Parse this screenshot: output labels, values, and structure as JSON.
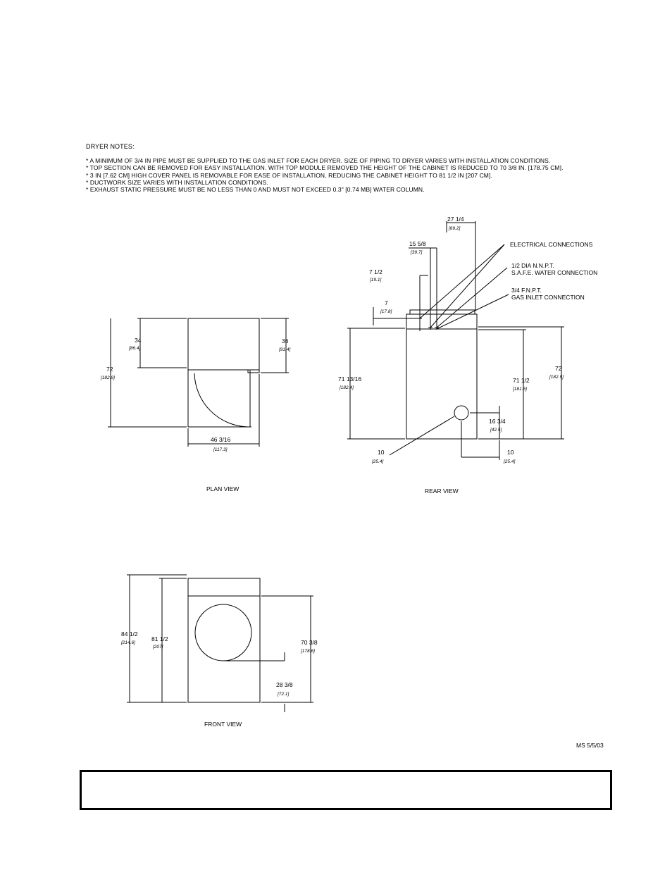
{
  "notes": {
    "heading": "DRYER NOTES:",
    "items": [
      "* A MINIMUM OF 3/4 in PIPE MUST BE SUPPLIED TO THE GAS INLET FOR EACH DRYER. SIZE OF PIPING TO DRYER VARIES WITH INSTALLATION CONDITIONS.",
      "* TOP SECTION CAN BE REMOVED FOR EASY INSTALLATION. WITH TOP MODULE REMOVED THE HEIGHT OF THE CABINET IS REDUCED TO 70 3/8 in. [178.75 cm].",
      "* 3 in [7.62 cm] HIGH COVER PANEL IS REMOVABLE FOR EASE OF INSTALLATION, REDUCING THE CABINET HEIGHT TO 81 1/2 in [207 cm].",
      "* DUCTWORK SIZE VARIES WITH INSTALLATION CONDITIONS.",
      "* EXHAUST STATIC PRESSURE MUST BE NO LESS THAN 0 AND MUST NOT EXCEED 0.3\" [0.74 MB] WATER COLUMN."
    ]
  },
  "plan_view": {
    "title": "PLAN VIEW",
    "dim_34": "34",
    "dim_34_mm": "[86.4]",
    "dim_72": "72",
    "dim_72_mm": "[182.9]",
    "dim_36": "36",
    "dim_36_mm": "[91.4]",
    "dim_width": "46 3/16",
    "dim_width_mm": "[117.3]"
  },
  "rear_view": {
    "title": "REAR VIEW",
    "dim_27": "27 1/4",
    "dim_27_mm": "[69.2]",
    "dim_15": "15 5/8",
    "dim_15_mm": "[39.7]",
    "dim_7h": "7 1/2",
    "dim_7h_mm": "[19.1]",
    "dim_7": "7",
    "dim_7_mm": "[17.8]",
    "dim_71_13": "71 13/16",
    "dim_71_13_mm": "[182.4]",
    "dim_71_h": "71 1/2",
    "dim_71_h_mm": "[181.6]",
    "dim_72": "72",
    "dim_72_mm": "[182.9]",
    "dim_16": "16 3/4",
    "dim_16_mm": "[42.5]",
    "dim_10a": "10",
    "dim_10a_mm": "[25.4]",
    "dim_10b": "10",
    "dim_10b_mm": "[25.4]",
    "callout_electrical": "ELECTRICAL CONNECTIONS",
    "callout_water_1": "1/2 DIA N.N.P.T.",
    "callout_water_2": "S.A.F.E. WATER CONNECTION",
    "callout_gas_1": "3/4 F.N.P.T.",
    "callout_gas_2": "GAS INLET CONNECTION"
  },
  "front_view": {
    "title": "FRONT VIEW",
    "dim_84": "84 1/2",
    "dim_84_mm": "[214.6]",
    "dim_81": "81 1/2",
    "dim_81_mm": "[207]",
    "dim_70": "70 3/8",
    "dim_70_mm": "[178.6]",
    "dim_28": "28 3/8",
    "dim_28_mm": "[72.1]"
  },
  "signature": "MS 5/5/03"
}
